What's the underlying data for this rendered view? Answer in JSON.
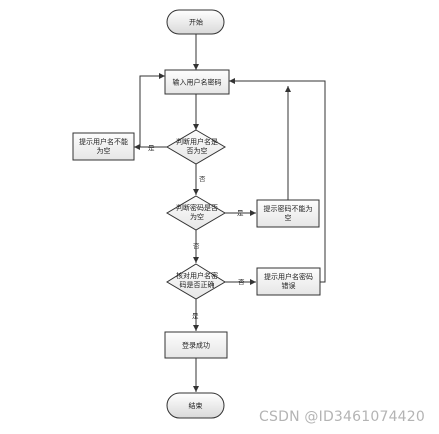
{
  "nodes": {
    "start": "开始",
    "input": "输入用户名密码",
    "check_user_empty": [
      "判断用户名是",
      "否为空"
    ],
    "user_empty_msg": [
      "提示用户名不能",
      "为空"
    ],
    "check_pwd_empty": [
      "判断密码是否",
      "为空"
    ],
    "pwd_empty_msg": [
      "提示密码不能为",
      "空"
    ],
    "check_correct": [
      "核对用户名密",
      "码是否正确"
    ],
    "wrong_msg": [
      "提示用户名密码",
      "错误"
    ],
    "success": "登录成功",
    "end": "结束"
  },
  "edges": {
    "yes": "是",
    "no": "否"
  },
  "watermark": "CSDN @ID3461074420",
  "colors": {
    "stroke": "#333333",
    "terminal_top": "#ffffff",
    "terminal_bottom": "#d9d9d9",
    "box_top": "#fdfdfd",
    "box_bottom": "#e8e8e8"
  }
}
